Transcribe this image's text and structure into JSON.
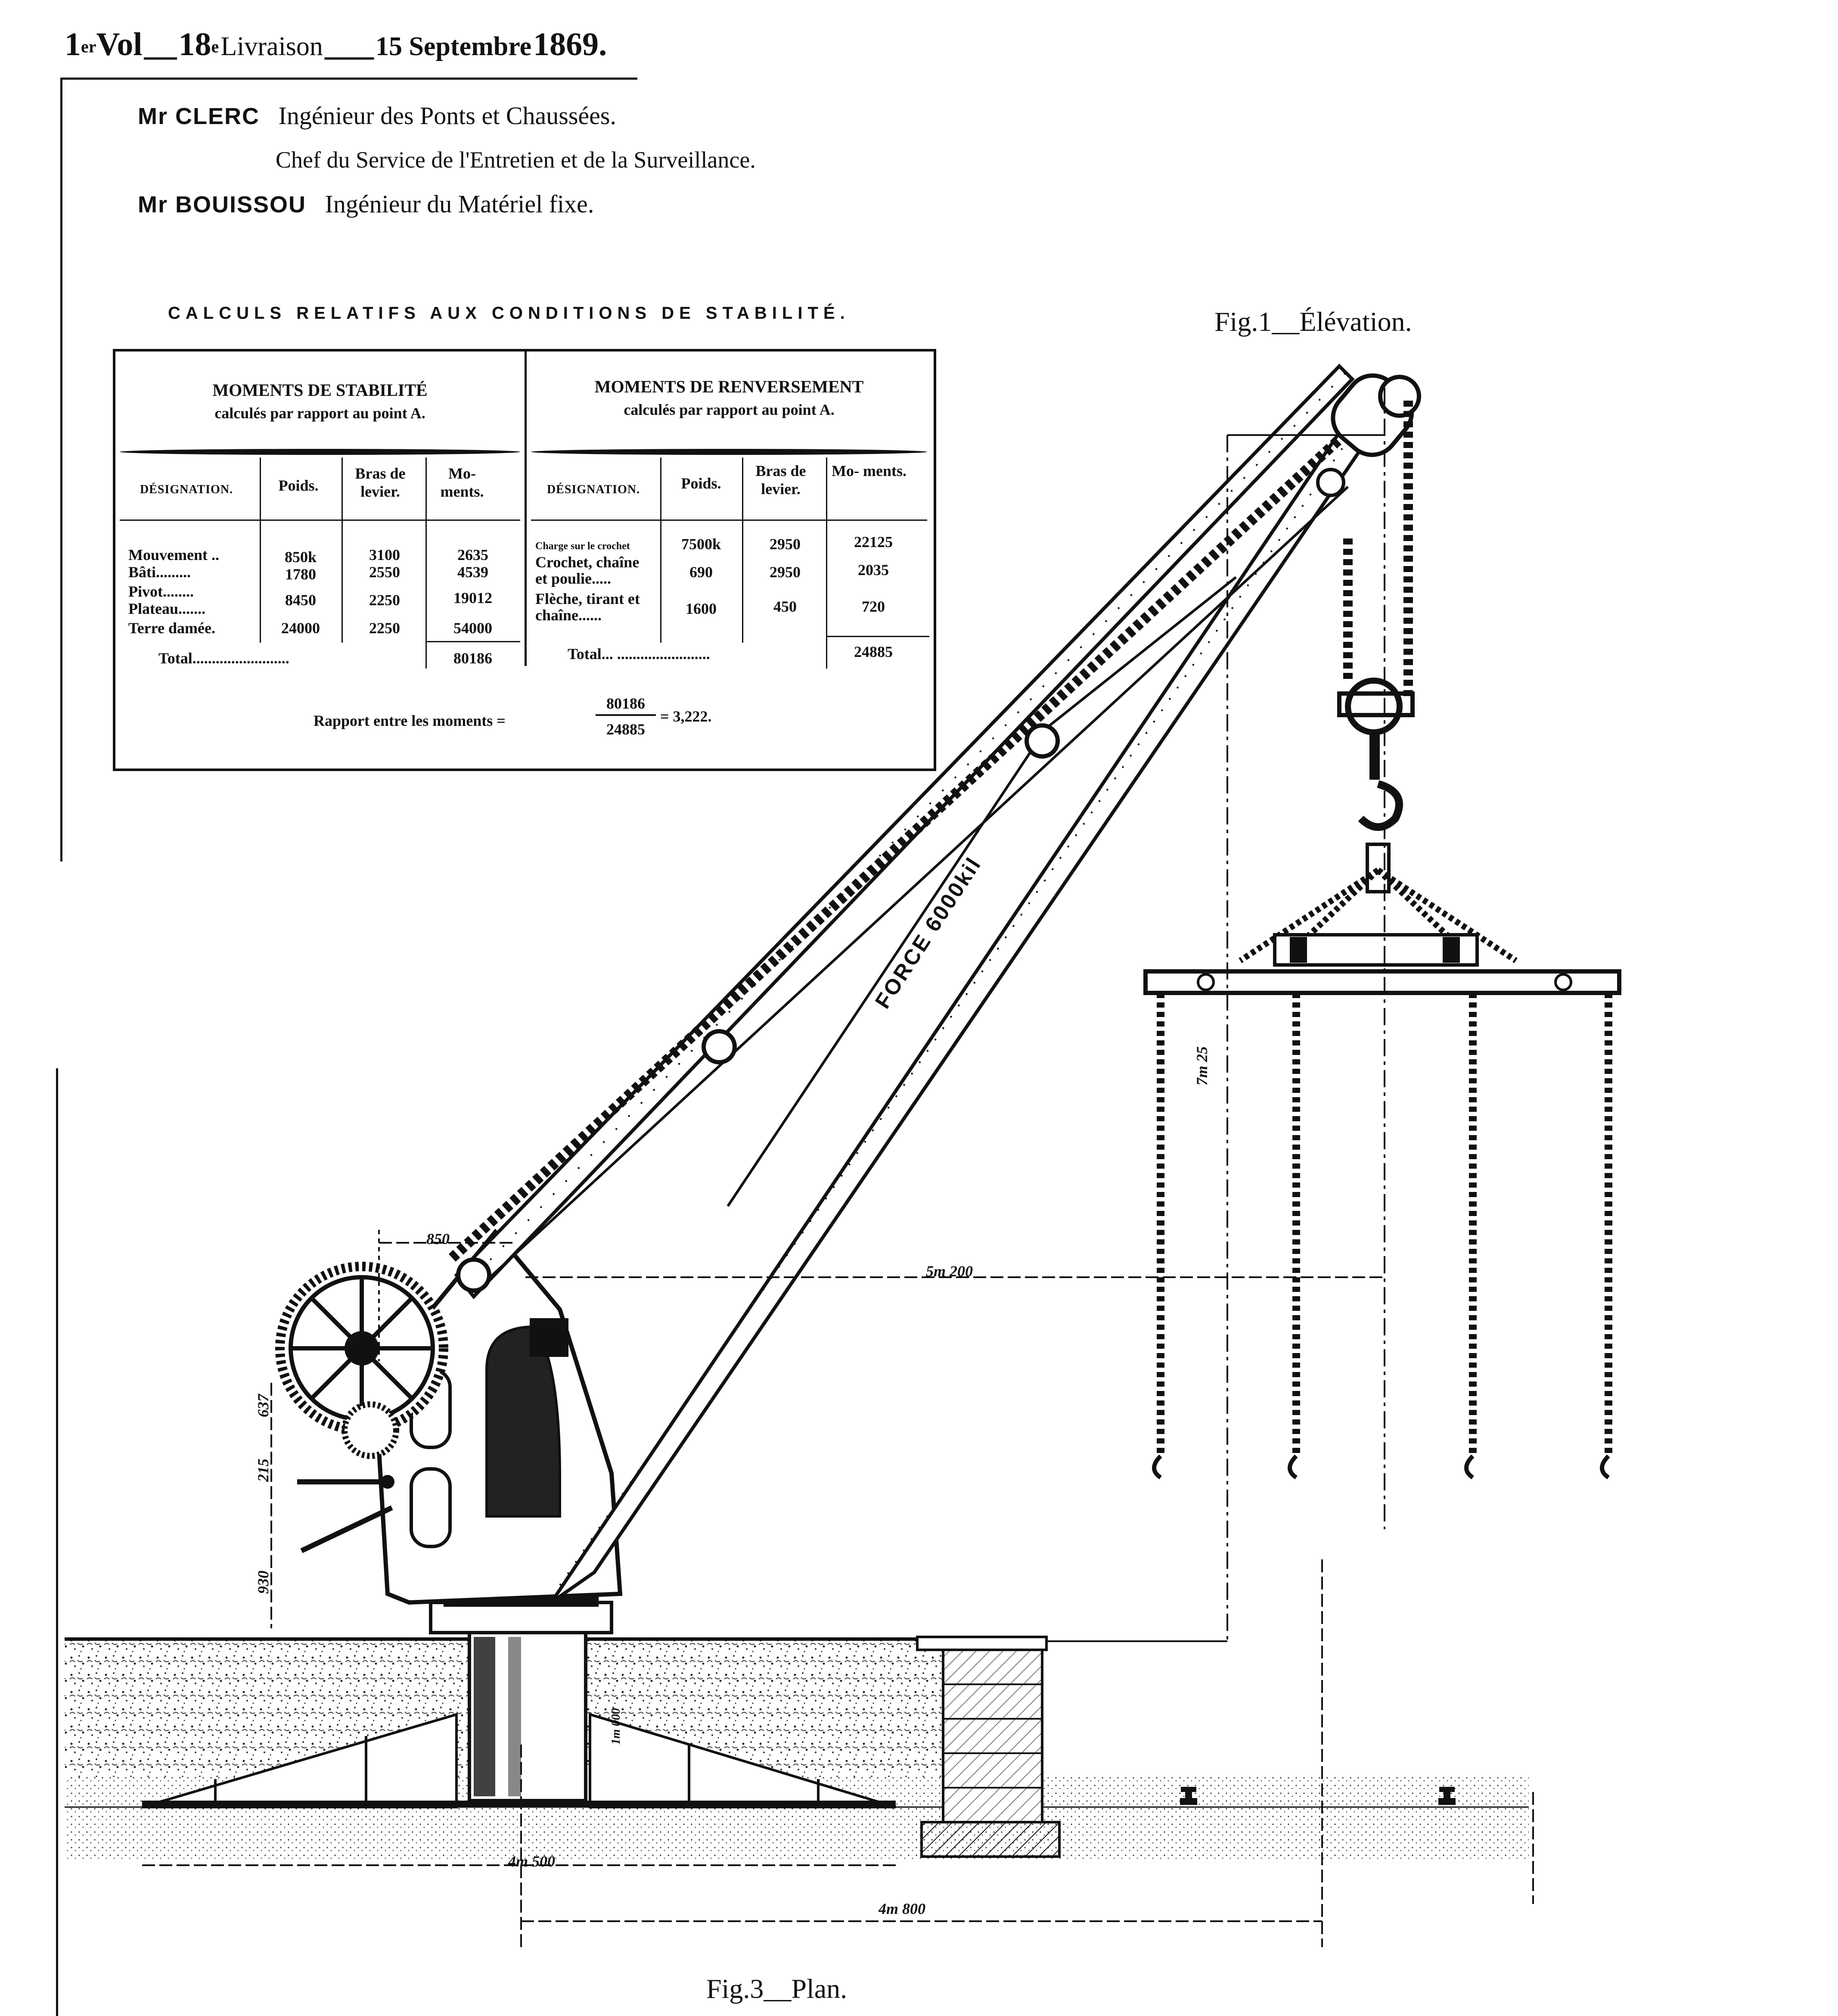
{
  "header": {
    "vol_num": "1",
    "vol_sup": "er",
    "vol_label": "Vol",
    "livraison_num": "18",
    "livraison_sup": "e",
    "livraison_label": "Livraison",
    "date": "15 Septembre",
    "year": "1869."
  },
  "engineers": {
    "line1_name": "Mr CLERC",
    "line1_role": "Ingénieur des Ponts et Chaussées.",
    "line2_role": "Chef du Service de l'Entretien et de la Surveillance.",
    "line3_name": "Mr BOUISSOU",
    "line3_role": "Ingénieur du Matériel fixe."
  },
  "calc": {
    "title": "CALCULS RELATIFS AUX CONDITIONS DE STABILITÉ.",
    "left": {
      "title": "MOMENTS DE STABILITÉ",
      "subtitle": "calculés par rapport au point A.",
      "col_designation": "DÉSIGNATION.",
      "col_poids": "Poids.",
      "col_bras": "Bras de levier.",
      "col_moments": "Mo- ments.",
      "rows": [
        {
          "designation": "Mouvement ..",
          "poids": "850k",
          "bras": "3100",
          "moments": "2635"
        },
        {
          "designation": "Bâti.........",
          "poids": "1780",
          "bras": "2550",
          "moments": "4539"
        },
        {
          "designation": "Pivot........",
          "poids": "",
          "bras": "",
          "moments": ""
        },
        {
          "designation": "Plateau.......",
          "poids": "8450",
          "bras": "2250",
          "moments": "19012"
        },
        {
          "designation": "Terre damée.",
          "poids": "24000",
          "bras": "2250",
          "moments": "54000"
        }
      ],
      "total_label": "Total.........................",
      "total_value": "80186"
    },
    "right": {
      "title": "MOMENTS DE RENVERSEMENT",
      "subtitle": "calculés par rapport au point A.",
      "col_designation": "DÉSIGNATION.",
      "col_poids": "Poids.",
      "col_bras": "Bras de levier.",
      "col_moments": "Mo- ments.",
      "rows": [
        {
          "designation": "Charge sur le crochet",
          "poids": "7500k",
          "bras": "2950",
          "moments": "22125"
        },
        {
          "designation": "Crochet, chaîne\net poulie.....",
          "poids": "690",
          "bras": "2950",
          "moments": "2035"
        },
        {
          "designation": "Flèche, tirant et\nchaîne......",
          "poids": "1600",
          "bras": "450",
          "moments": "720"
        }
      ],
      "total_label": "Total... ........................",
      "total_value": "24885"
    },
    "ratio_label": "Rapport entre les moments =",
    "ratio_num": "80186",
    "ratio_den": "24885",
    "ratio_result": "= 3,222."
  },
  "figures": {
    "fig1": "Fig.1__Élévation.",
    "fig3": "Fig.3__Plan."
  },
  "crane": {
    "force_label": "FORCE 6000kil",
    "dims": {
      "d850": "850",
      "d5200": "5m 200",
      "d7m25": "7m 25",
      "d637": "637",
      "d215": "215",
      "d930": "930",
      "d1m000": "1m 000",
      "d4m500": "4m 500",
      "d4m800": "4m 800"
    }
  }
}
